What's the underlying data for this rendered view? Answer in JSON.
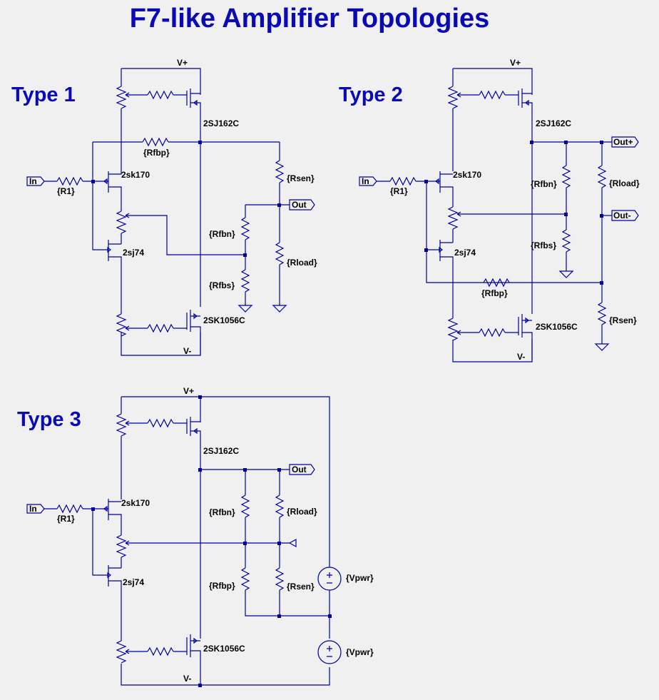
{
  "title": "F7-like Amplifier Topologies",
  "colors": {
    "wire": "#0000a0",
    "title": "#0a0ab4",
    "background": "#f0f0f0"
  },
  "type1": {
    "heading": "Type 1",
    "vplus": "V+",
    "vminus": "V-",
    "in": "In",
    "out": "Out",
    "r1": "{R1}",
    "rfbp": "{Rfbp}",
    "rsen": "{Rsen}",
    "rfbn": "{Rfbn}",
    "rload": "{Rload}",
    "rfbs": "{Rfbs}",
    "q_top": "2SJ162C",
    "q_bot": "2SK1056C",
    "j_n": "2sk170",
    "j_p": "2sj74"
  },
  "type2": {
    "heading": "Type 2",
    "vplus": "V+",
    "vminus": "V-",
    "in": "In",
    "outp": "Out+",
    "outn": "Out-",
    "r1": "{R1}",
    "rfbn": "{Rfbn}",
    "rfbs": "{Rfbs}",
    "rload": "{Rload}",
    "rfbp": "{Rfbp}",
    "rsen": "{Rsen}",
    "q_top": "2SJ162C",
    "q_bot": "2SK1056C",
    "j_n": "2sk170",
    "j_p": "2sj74"
  },
  "type3": {
    "heading": "Type 3",
    "vplus": "V+",
    "vminus": "V-",
    "in": "In",
    "out": "Out",
    "r1": "{R1}",
    "rfbn": "{Rfbn}",
    "rload": "{Rload}",
    "rfbp": "{Rfbp}",
    "rsen": "{Rsen}",
    "vpwr1": "{Vpwr}",
    "vpwr2": "{Vpwr}",
    "q_top": "2SJ162C",
    "q_bot": "2SK1056C",
    "j_n": "2sk170",
    "j_p": "2sj74"
  }
}
